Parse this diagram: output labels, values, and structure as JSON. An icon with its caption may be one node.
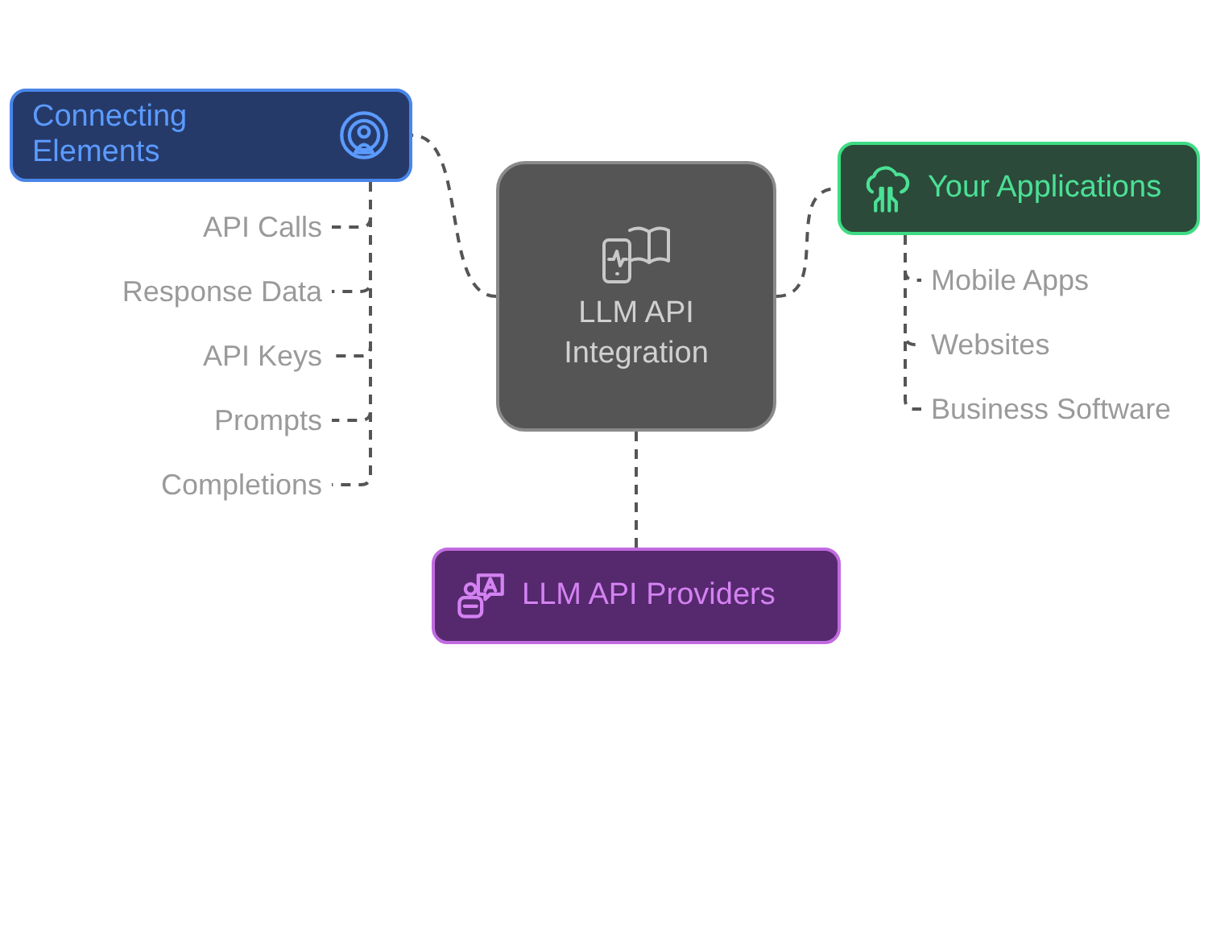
{
  "diagram": {
    "nodes": [
      {
        "text": [
          "LLM API Integration"
        ]
      },
      {
        "text": [
          "Connecting Elements"
        ]
      },
      {
        "text": [
          "API Calls"
        ]
      },
      {
        "text": [
          "Response Data"
        ]
      },
      {
        "text": [
          "API Keys"
        ]
      },
      {
        "text": [
          "Prompts"
        ]
      },
      {
        "text": [
          "Completions"
        ]
      },
      {
        "text": [
          "Your Applications"
        ]
      },
      {
        "text": [
          "Mobile Apps"
        ]
      },
      {
        "text": [
          "Websites"
        ]
      },
      {
        "text": [
          "Business Software"
        ]
      },
      {
        "text": [
          "LLM API Providers"
        ]
      }
    ],
    "edges": [
      {
        "from": 0,
        "to": 1,
        "arrow": "none",
        "style": "dashed"
      },
      {
        "from": 0,
        "to": 7,
        "arrow": "none",
        "style": "dashed"
      },
      {
        "from": 0,
        "to": 11,
        "arrow": "none",
        "style": "dashed"
      },
      {
        "from": 1,
        "to": 2,
        "arrow": "none",
        "style": "dashed"
      },
      {
        "from": 1,
        "to": 3,
        "arrow": "none",
        "style": "dashed"
      },
      {
        "from": 1,
        "to": 4,
        "arrow": "none",
        "style": "dashed"
      },
      {
        "from": 1,
        "to": 5,
        "arrow": "none",
        "style": "dashed"
      },
      {
        "from": 1,
        "to": 6,
        "arrow": "none",
        "style": "dashed"
      },
      {
        "from": 7,
        "to": 8,
        "arrow": "none",
        "style": "dashed"
      },
      {
        "from": 7,
        "to": 9,
        "arrow": "none",
        "style": "dashed"
      },
      {
        "from": 7,
        "to": 10,
        "arrow": "none",
        "style": "dashed"
      }
    ]
  }
}
